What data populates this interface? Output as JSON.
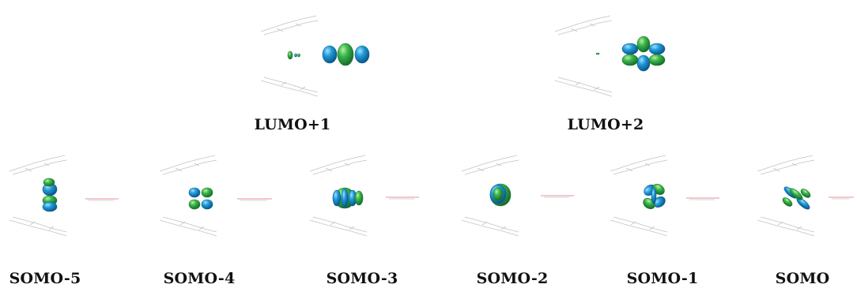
{
  "colors": {
    "lobe_blue": "#1f9ad8",
    "lobe_blue_dark": "#0b5f96",
    "lobe_green": "#39b54a",
    "lobe_green_dark": "#1b7a2a",
    "frame_line": "#b8b8b8",
    "guest_line": "#e06070",
    "label_text": "#111111"
  },
  "orbitals": [
    {
      "label": "LUMO+1",
      "shape": "horizontal-d-lobes-with-small-satellite",
      "row": "top"
    },
    {
      "label": "LUMO+2",
      "shape": "four-leaf-clover-d-orbital",
      "row": "top"
    },
    {
      "label": "SOMO-5",
      "shape": "vertical-stacked-lobes",
      "row": "bottom"
    },
    {
      "label": "SOMO-4",
      "shape": "four-leaf-clover-d-orbital",
      "row": "bottom"
    },
    {
      "label": "SOMO-3",
      "shape": "horizontal-banded-sphere",
      "row": "bottom"
    },
    {
      "label": "SOMO-2",
      "shape": "concentric-sphere",
      "row": "bottom"
    },
    {
      "label": "SOMO-1",
      "shape": "rotated-four-leaf-d-orbital",
      "row": "bottom"
    },
    {
      "label": "SOMO",
      "shape": "diagonal-d-orbital",
      "row": "bottom"
    }
  ]
}
